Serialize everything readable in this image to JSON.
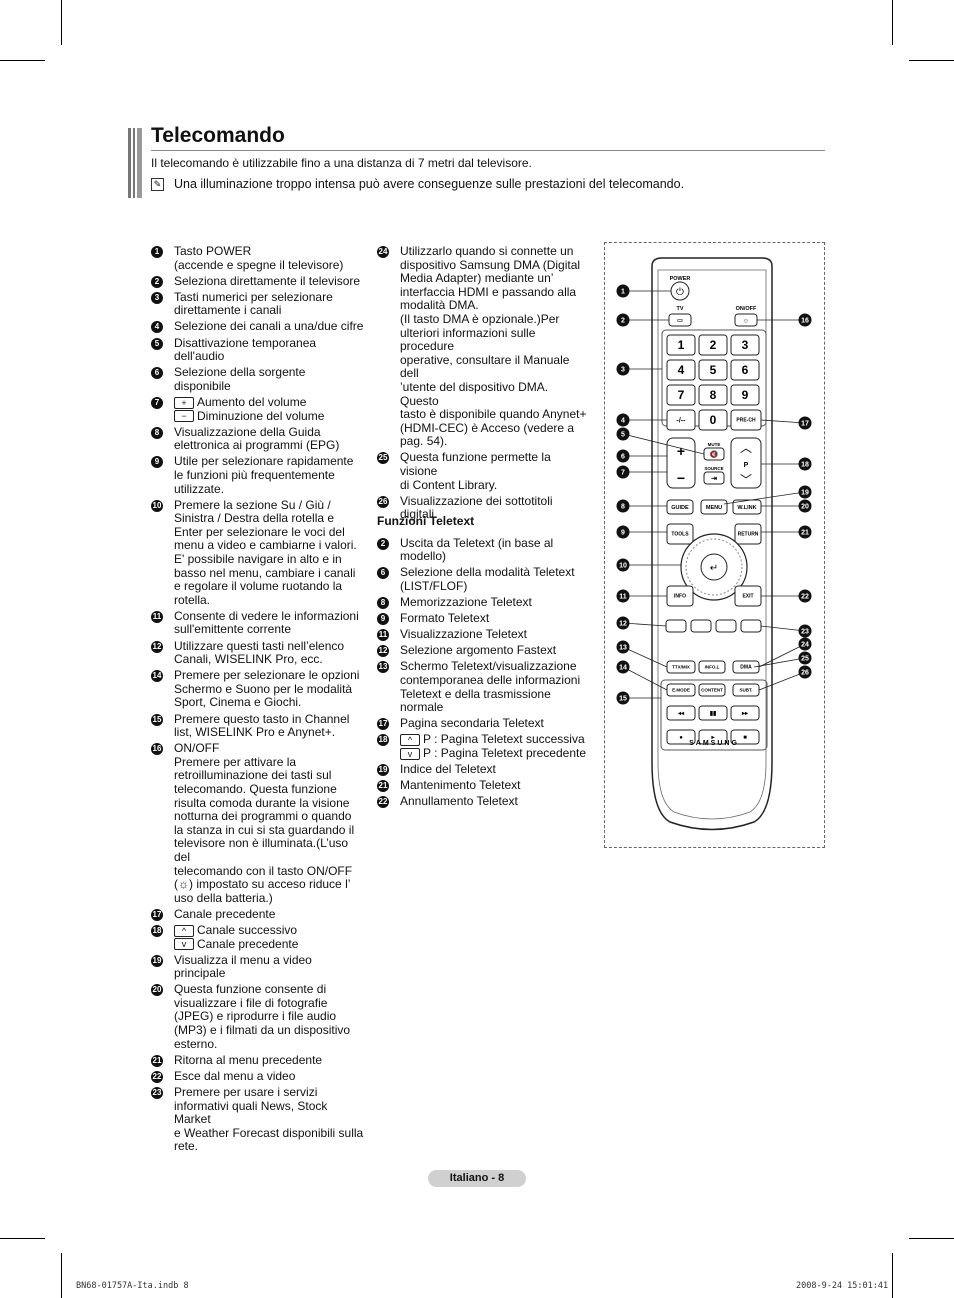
{
  "title": "Telecomando",
  "intro": "Il telecomando è utilizzabile fino a una distanza di 7 metri dal televisore.",
  "note": "Una illuminazione troppo intensa può avere conseguenze sulle prestazioni del telecomando.",
  "left_items": [
    {
      "n": "1",
      "lines": [
        "Tasto POWER",
        "(accende e spegne il televisore)"
      ]
    },
    {
      "n": "2",
      "lines": [
        "Seleziona direttamente il televisore"
      ]
    },
    {
      "n": "3",
      "lines": [
        "Tasti numerici per selezionare",
        "direttamente i canali"
      ]
    },
    {
      "n": "4",
      "lines": [
        "Selezione dei canali a una/due cifre"
      ]
    },
    {
      "n": "5",
      "lines": [
        "Disattivazione temporanea",
        "dell'audio"
      ]
    },
    {
      "n": "6",
      "lines": [
        "Selezione della sorgente disponibile"
      ]
    },
    {
      "n": "7",
      "lines": [
        "Aumento del volume",
        "Diminuzione del volume"
      ],
      "icons": [
        "+",
        "−"
      ]
    },
    {
      "n": "8",
      "lines": [
        "Visualizzazione della Guida",
        "elettronica ai programmi (EPG)"
      ]
    },
    {
      "n": "9",
      "lines": [
        "Utile per selezionare rapidamente",
        "le funzioni più frequentemente",
        "utilizzate."
      ]
    },
    {
      "n": "10",
      "lines": [
        "Premere la sezione Su / Giù /",
        "Sinistra / Destra della rotella e",
        "Enter per selezionare le voci del",
        "menu a video e cambiarne i valori.",
        "E' possibile navigare in alto e in",
        "basso nel menu, cambiare i canali",
        "e regolare il volume ruotando la",
        "rotella."
      ]
    },
    {
      "n": "11",
      "lines": [
        "Consente di vedere le informazioni",
        "sull'emittente corrente"
      ]
    },
    {
      "n": "12",
      "lines": [
        "Utilizzare questi tasti nell’elenco",
        "Canali, WISELINK Pro, ecc."
      ]
    },
    {
      "n": "14",
      "lines": [
        "Premere per selezionare le opzioni",
        "Schermo e Suono per le modalità",
        "Sport, Cinema e Giochi."
      ]
    },
    {
      "n": "15",
      "lines": [
        "Premere questo tasto in Channel",
        "list, WISELINK Pro e Anynet+."
      ]
    },
    {
      "n": "16",
      "lines": [
        "ON/OFF",
        "Premere per attivare la",
        "retroilluminazione dei tasti sul",
        "telecomando. Questa funzione",
        "risulta comoda durante la visione",
        "notturna dei programmi o quando",
        "la stanza in cui si sta guardando il",
        "televisore non è illuminata.(L’uso del",
        "telecomando con il tasto ON/OFF",
        "(☼) impostato su acceso riduce l’",
        "uso della batteria.)"
      ]
    },
    {
      "n": "17",
      "lines": [
        "Canale precedente"
      ]
    },
    {
      "n": "18",
      "lines": [
        "Canale successivo",
        "Canale precedente"
      ],
      "icons": [
        "^",
        "v"
      ]
    },
    {
      "n": "19",
      "lines": [
        "Visualizza il menu a video principale"
      ]
    },
    {
      "n": "20",
      "lines": [
        "Questa funzione consente di",
        "visualizzare i file di fotografie",
        "(JPEG) e riprodurre i file audio",
        "(MP3) e i filmati da un dispositivo",
        "esterno."
      ]
    },
    {
      "n": "21",
      "lines": [
        "Ritorna al menu precedente"
      ]
    },
    {
      "n": "22",
      "lines": [
        "Esce dal menu a video"
      ]
    },
    {
      "n": "23",
      "lines": [
        "Premere per usare i servizi",
        "informativi quali News, Stock Market",
        "e Weather Forecast disponibili sulla",
        "rete."
      ]
    }
  ],
  "middle_items": [
    {
      "n": "24",
      "lines": [
        "Utilizzarlo quando si connette un",
        "dispositivo Samsung DMA (Digital",
        "Media Adapter) mediante un’",
        "interfaccia HDMI e passando alla",
        "modalità DMA.",
        "(Il tasto DMA è opzionale.)Per",
        "ulteriori informazioni sulle procedure",
        "operative, consultare il Manuale dell",
        "’utente del dispositivo DMA. Questo",
        "tasto è disponibile quando Anynet+",
        "(HDMI-CEC) è Acceso (vedere a",
        "pag. 54)."
      ]
    },
    {
      "n": "25",
      "lines": [
        "Questa funzione permette la visione",
        "di Content Library."
      ]
    },
    {
      "n": "26",
      "lines": [
        "Visualizzazione dei sottotitoli digitali"
      ]
    }
  ],
  "teletext_title": "Funzioni Teletext",
  "teletext_items": [
    {
      "n": "2",
      "lines": [
        "Uscita da Teletext (in base al",
        "modello)"
      ]
    },
    {
      "n": "6",
      "lines": [
        "Selezione della modalità Teletext",
        "(LIST/FLOF)"
      ]
    },
    {
      "n": "8",
      "lines": [
        "Memorizzazione Teletext"
      ]
    },
    {
      "n": "9",
      "lines": [
        "Formato Teletext"
      ]
    },
    {
      "n": "11",
      "lines": [
        "Visualizzazione Teletext"
      ]
    },
    {
      "n": "12",
      "lines": [
        "Selezione argomento Fastext"
      ]
    },
    {
      "n": "13",
      "lines": [
        "Schermo Teletext/visualizzazione",
        "contemporanea delle informazioni",
        "Teletext e della trasmissione",
        "normale"
      ]
    },
    {
      "n": "17",
      "lines": [
        "Pagina secondaria Teletext"
      ]
    },
    {
      "n": "18",
      "lines": [
        "P : Pagina Teletext successiva",
        "P : Pagina Teletext precedente"
      ],
      "icons": [
        "^",
        "v"
      ]
    },
    {
      "n": "19",
      "lines": [
        "Indice del Teletext"
      ]
    },
    {
      "n": "21",
      "lines": [
        "Mantenimento Teletext"
      ]
    },
    {
      "n": "22",
      "lines": [
        "Annullamento Teletext"
      ]
    }
  ],
  "remote": {
    "labels": {
      "power": "POWER",
      "tv": "TV",
      "onoff": "ON/OFF",
      "mute": "MUTE",
      "source": "SOURCE",
      "p": "P",
      "guide": "GUIDE",
      "menu": "MENU",
      "wlink": "W.LINK",
      "tools": "TOOLS",
      "return": "RETURN",
      "info": "INFO",
      "exit": "EXIT",
      "prech": "PRE-CH",
      "dash": "-/--",
      "ttx": "TTX/MIX",
      "infol": "INFO.L",
      "dma": "DMA",
      "emode": "E.MODE",
      "content": "CONTENT",
      "subt": "SUBT.",
      "brand": "SAMSUNG"
    },
    "digits": [
      "1",
      "2",
      "3",
      "4",
      "5",
      "6",
      "7",
      "8",
      "9",
      "0"
    ],
    "callouts_left": [
      "1",
      "2",
      "3",
      "4",
      "5",
      "6",
      "7",
      "8",
      "9",
      "10",
      "11",
      "12",
      "13",
      "14",
      "15"
    ],
    "callouts_right": [
      "16",
      "17",
      "18",
      "19",
      "20",
      "21",
      "22",
      "23",
      "24",
      "25",
      "26"
    ]
  },
  "footer": "Italiano - 8",
  "slug_left": "BN68-01757A-Ita.indb   8",
  "slug_right": "2008-9-24   15:01:41"
}
